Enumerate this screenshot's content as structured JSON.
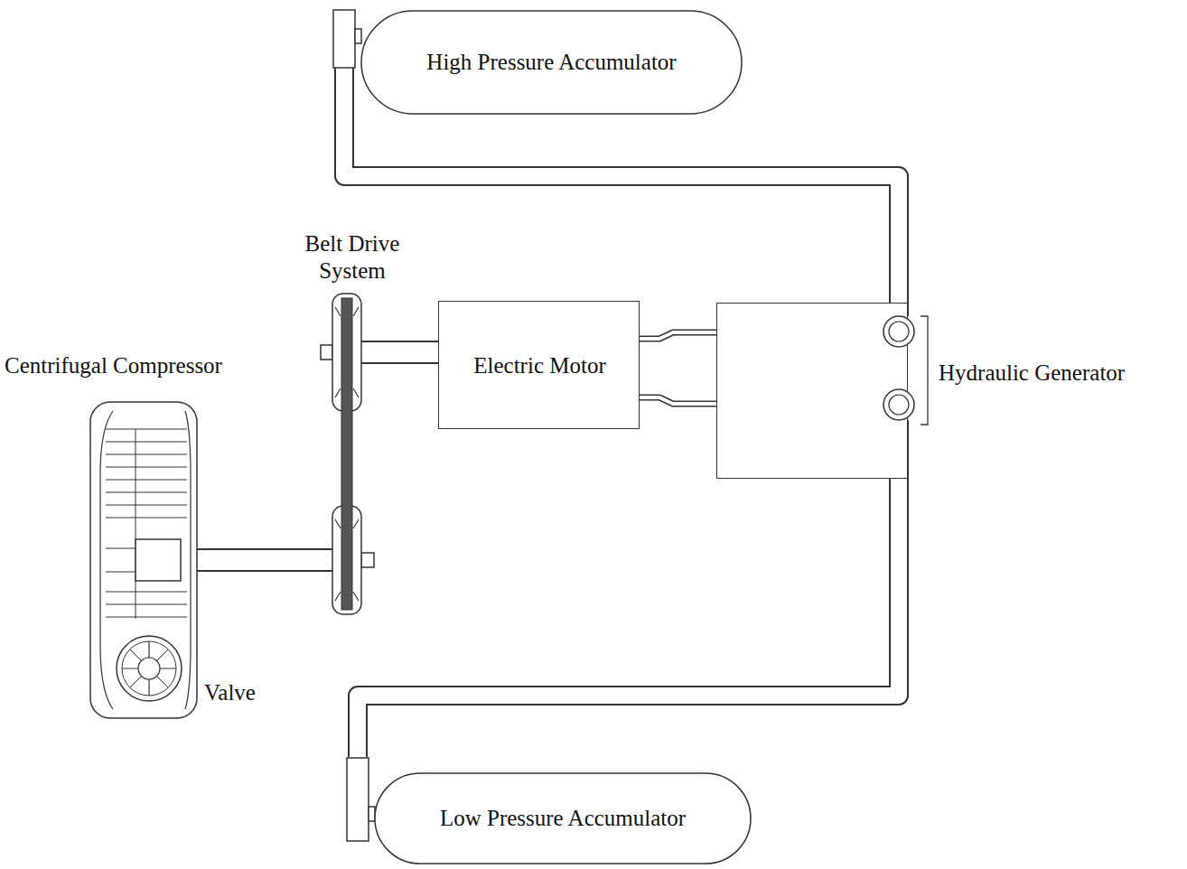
{
  "diagram": {
    "nodes": [
      {
        "text": [
          "High Pressure Accumulator"
        ]
      },
      {
        "text": [
          "Belt Drive System"
        ]
      },
      {
        "text": [
          "Centrifugal Compressor"
        ]
      },
      {
        "text": [
          "Electric Motor"
        ]
      },
      {
        "text": [
          "Hydraulic Generator"
        ]
      },
      {
        "text": [
          "Low Pressure Accumulator"
        ]
      }
    ],
    "edges": [
      {
        "from": 0,
        "to": 4,
        "arrow": "none"
      },
      {
        "from": 5,
        "to": 4,
        "arrow": "none"
      },
      {
        "from": 3,
        "to": 4,
        "arrow": "none"
      },
      {
        "from": 3,
        "to": 4,
        "arrow": "none"
      },
      {
        "from": 3,
        "to": 1,
        "arrow": "none"
      },
      {
        "from": 1,
        "to": 2,
        "arrow": "none"
      }
    ],
    "labels": [
      "Valve"
    ]
  }
}
